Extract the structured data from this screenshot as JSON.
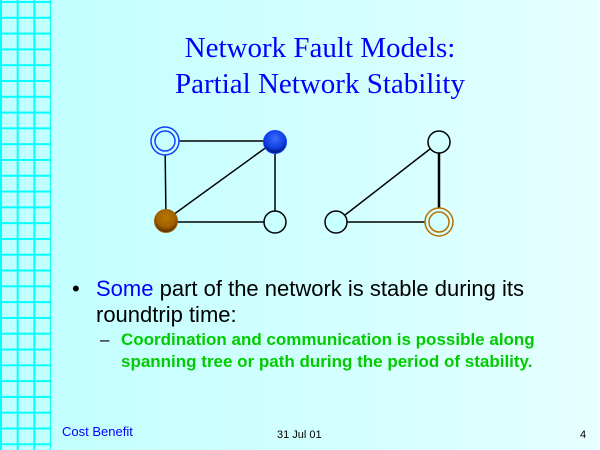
{
  "title": {
    "line1": "Network Fault Models:",
    "line2": "Partial Network Stability"
  },
  "bullet": {
    "highlight": "Some",
    "rest": " part of the network is stable during its roundtrip time:"
  },
  "subbullet": {
    "dash": "–",
    "text": "Coordination and communication is possible along spanning tree or path during the period of stability."
  },
  "footer": {
    "left": "Cost Benefit",
    "center": "31 Jul 01",
    "page": "4"
  },
  "bullet_symbol": "•",
  "colors": {
    "title": "#0000ff",
    "sub": "#00cc00",
    "blue_node": "#1040ff",
    "brown_node": "#a86800"
  }
}
